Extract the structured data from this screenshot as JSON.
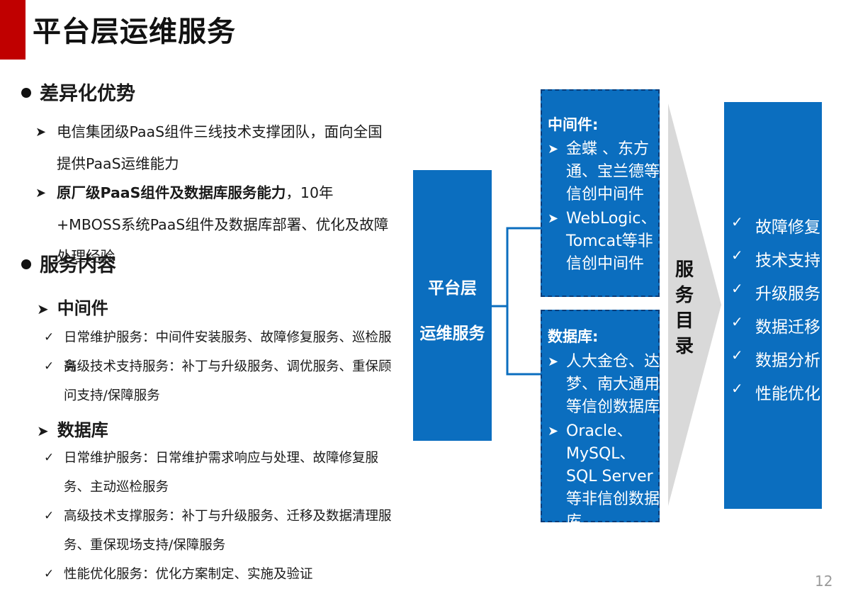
{
  "title": "平台层运维服务",
  "page_number": "12",
  "colors": {
    "accent_red": "#c00000",
    "box_blue": "#0b6ebf",
    "arrow_gray": "#d9d9d9"
  },
  "left": {
    "section1": {
      "heading": "差异化优势",
      "points": [
        {
          "text": "电信集团级PaaS组件三线技术支撑团队，面向全国提供PaaS运维能力"
        },
        {
          "bold": "原厂级PaaS组件及数据库服务能力",
          "text": "，10年+MBOSS系统PaaS组件及数据库部署、优化及故障处理经验"
        }
      ]
    },
    "section2": {
      "heading": "服务内容",
      "middleware": {
        "title": "中间件",
        "items": [
          "日常维护服务：中间件安装服务、故障修复服务、巡检服务",
          "高级技术支持服务：补丁与升级服务、调优服务、重保顾问支持/保障服务"
        ]
      },
      "database": {
        "title": "数据库",
        "items": [
          "日常维护服务：日常维护需求响应与处理、故障修复服务、主动巡检服务",
          "高级技术支撑服务：补丁与升级服务、迁移及数据清理服务、重保现场支持/保障服务",
          "性能优化服务：优化方案制定、实施及验证"
        ]
      }
    }
  },
  "diagram": {
    "platform": {
      "line1": "平台层",
      "line2": "运维服务"
    },
    "middleware_box": {
      "header": "中间件:",
      "rows": [
        "金蝶 、东方通、宝兰德等信创中间件",
        "WebLogic、Tomcat等非信创中间件"
      ]
    },
    "database_box": {
      "header": "数据库:",
      "rows": [
        "人大金仓、达梦、南大通用等信创数据库",
        "Oracle、MySQL、SQL Server等非信创数据库"
      ]
    },
    "catalog_label": [
      "服",
      "务",
      "目",
      "录"
    ],
    "catalog_items": [
      "故障修复",
      "技术支持",
      "升级服务",
      "数据迁移",
      "数据分析",
      "性能优化"
    ]
  }
}
